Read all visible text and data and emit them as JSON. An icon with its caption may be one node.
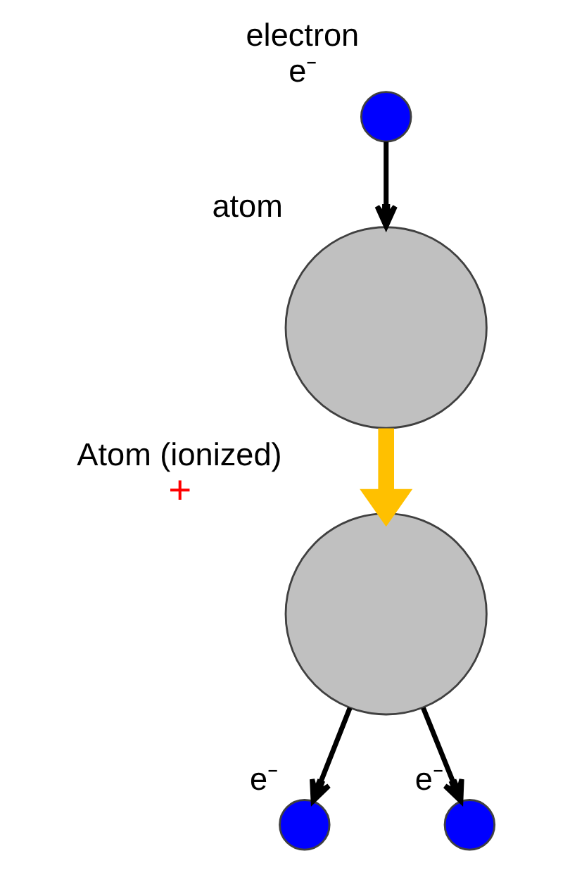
{
  "diagram": {
    "nodes": [
      {
        "text": [
          "electron"
        ],
        "beside": [
          "e⁻"
        ]
      },
      {
        "text": [
          "atom"
        ]
      },
      {
        "text": [
          "Atom (ionized)"
        ],
        "beside": [
          "+"
        ]
      },
      {
        "text": [],
        "shape": "circle",
        "beside": [
          "e⁻"
        ]
      },
      {
        "text": [],
        "shape": "circle",
        "beside": [
          "e⁻"
        ]
      }
    ],
    "edges": [
      {
        "from": 0,
        "to": 1,
        "arrow": "to"
      },
      {
        "from": 1,
        "to": 2,
        "arrow": "to",
        "style": "thick",
        "color": "#ffc000"
      },
      {
        "from": 2,
        "to": 3,
        "arrow": "to"
      },
      {
        "from": 2,
        "to": 4,
        "arrow": "to"
      }
    ]
  }
}
